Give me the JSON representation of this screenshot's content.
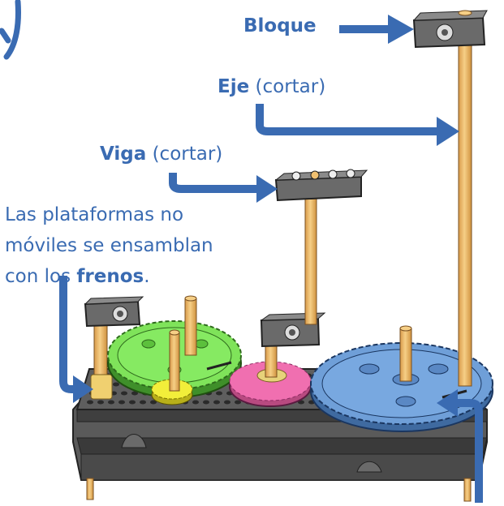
{
  "labels": {
    "bloque": {
      "bold": "Bloque",
      "rest": ""
    },
    "eje": {
      "bold": "Eje",
      "rest": " (cortar)"
    },
    "viga": {
      "bold": "Viga",
      "rest": " (cortar)"
    },
    "note_line1": "Las plataformas no",
    "note_line2": "móviles se ensamblan",
    "note_line3_prefix": "con los ",
    "note_line3_bold": "frenos",
    "note_line3_suffix": "."
  },
  "colors": {
    "accent_blue": "#3a6bb2",
    "green_gear": "#7fe35a",
    "yellow_gear": "#f2ee3a",
    "pink_gear": "#f06fb0",
    "blue_gear": "#6f9fd8",
    "base_gray": "#4d4d4d",
    "axle_wood": "#f0c070"
  }
}
